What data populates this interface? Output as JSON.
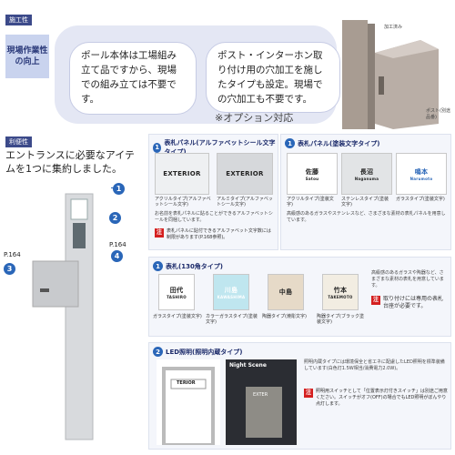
{
  "top": {
    "tag": "施工性",
    "side_label": "現場作業性の向上",
    "bubble1": "ポール本体は工場組み立て品ですから、現場での組み立ては不要です。",
    "bubble2": "ポスト・インターホン取り付け用の穴加工を施したタイプも設定。現場での穴加工も不要です。",
    "option_note": "※オプション対応",
    "photo_label1": "加工済み",
    "photo_label2": "ポスト(別途品番)"
  },
  "left": {
    "tag": "利便性",
    "headline": "エントランスに必要なアイテムを1つに集約しました。",
    "p164a": "P.164",
    "p164b": "P.164",
    "callouts": [
      "1",
      "2",
      "3",
      "4"
    ]
  },
  "panel_a": {
    "num": "1",
    "title": "表札パネル(アルファベットシール文字タイプ)",
    "items": [
      {
        "text": "EXTERIOR",
        "cap": "アクリルタイプ(アルファベットシール文字)"
      },
      {
        "text": "EXTERIOR",
        "cap": "アルミタイプ(アルファベットシール文字)"
      }
    ],
    "desc": "お名前を表札パネルに貼ることができるアルファベットシールを同梱しています。",
    "note": "表札パネルに貼付できるアルファベット文字数には制限があります(P.168参照)。"
  },
  "panel_b": {
    "num": "1",
    "title": "表札パネル(塗装文字タイプ)",
    "items": [
      {
        "text": "佐藤",
        "sub": "Satou",
        "cap": "アクリルタイプ(塗装文字)"
      },
      {
        "text": "長沼",
        "sub": "Naganuma",
        "cap": "ステンレスタイプ(塗装文字)"
      },
      {
        "text": "鳴本",
        "sub": "Narumoto",
        "cap": "ガラスタイプ(塗装文字)"
      }
    ],
    "desc": "高級感のあるガラスやステンレスなど、さまざまな素材の表札パネルを用意しています。"
  },
  "panel_c": {
    "num": "1",
    "title": "表札(130角タイプ)",
    "items": [
      {
        "text": "田代",
        "sub": "TASHIRO",
        "cap": "ガラスタイプ(塗装文字)"
      },
      {
        "text": "川島",
        "sub": "KAWASHIMA",
        "cap": "カラーガラスタイプ(塗装文字)"
      },
      {
        "text": "中島",
        "sub": "",
        "cap": "陶器タイプ(焼彫文字)"
      },
      {
        "text": "竹本",
        "sub": "TAKEMOTO",
        "cap": "陶器タイプ(ブラック塗装文字)"
      }
    ],
    "desc": "高級感のあるガラスや陶器など、さまざまな素材の表札を用意しています。",
    "note": "取り付けには専用の表札台座が必要です。"
  },
  "panel_d": {
    "num": "2",
    "title": "LED照明(照明内蔵タイプ)",
    "night": "Night Scene",
    "sign1": "TERIOR",
    "sign2": "EXTER",
    "desc": "照明内蔵タイプには環境保全と省エネに配慮したLED照明を標準装備しています(白色灯1.5W相当/消費電力2.0W)。",
    "note": "照明用スイッチとして「位置表示灯付きスイッチ」は別途ご用意ください。スイッチがオフ(OFF)の場合でもLED照明がぼんやり点灯します。"
  }
}
